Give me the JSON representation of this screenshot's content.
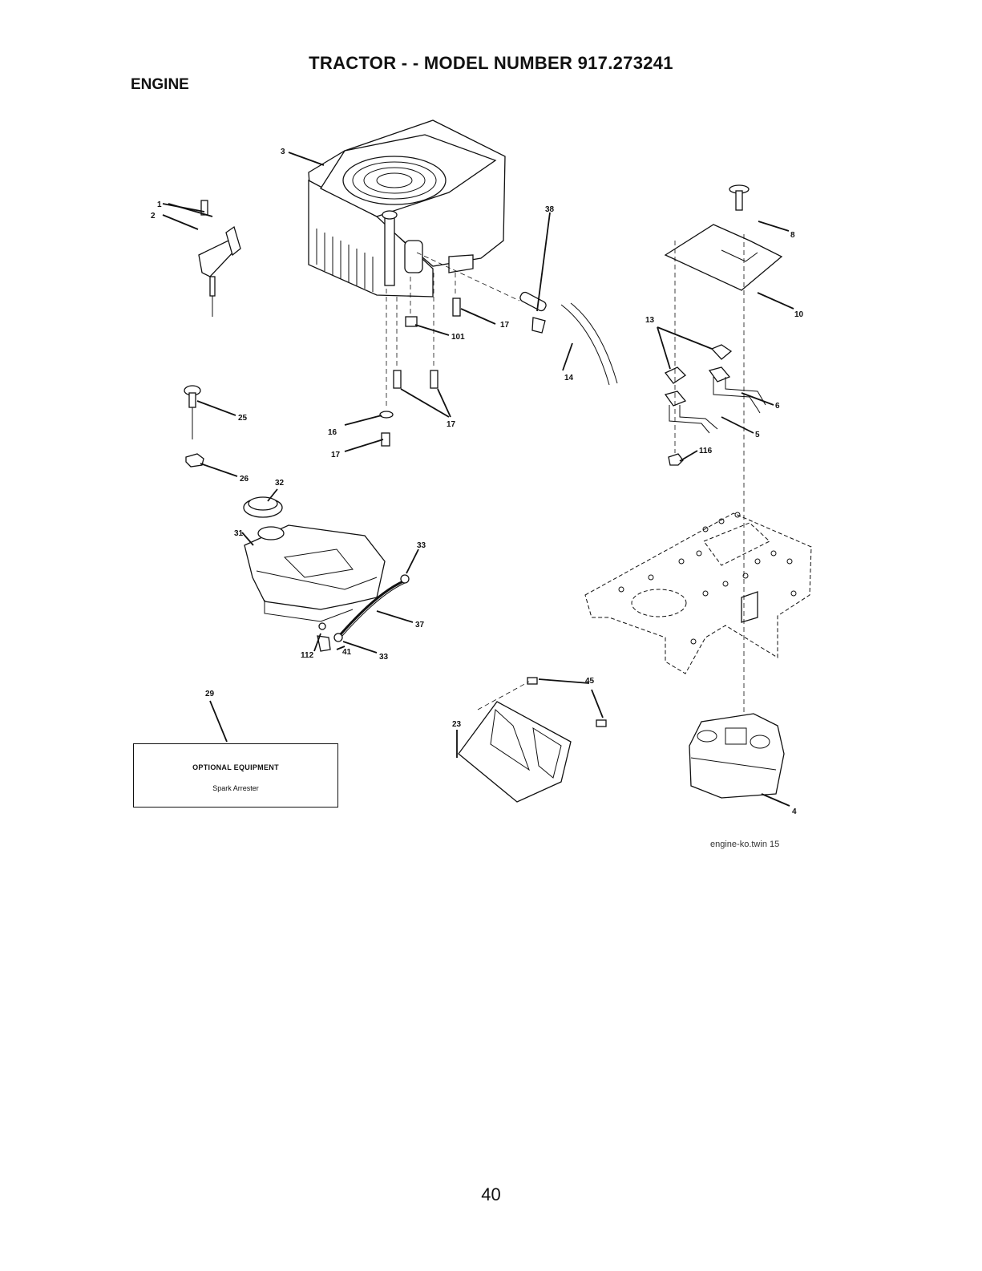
{
  "header": {
    "title": "TRACTOR - - MODEL NUMBER 917.273241",
    "section": "ENGINE"
  },
  "diagram": {
    "callouts": {
      "c1": "1",
      "c2": "2",
      "c3": "3",
      "c4": "4",
      "c5": "5",
      "c6": "6",
      "c8": "8",
      "c10": "10",
      "c13": "13",
      "c14": "14",
      "c16": "16",
      "c17a": "17",
      "c17b": "17",
      "c17c": "17",
      "c23": "23",
      "c25": "25",
      "c26": "26",
      "c29": "29",
      "c31": "31",
      "c32": "32",
      "c33a": "33",
      "c33b": "33",
      "c37": "37",
      "c38": "38",
      "c41": "41",
      "c45": "45",
      "c101": "101",
      "c112": "112",
      "c116": "116"
    }
  },
  "optional_box": {
    "heading": "OPTIONAL EQUIPMENT",
    "item": "Spark Arrester"
  },
  "footer": {
    "file_ref": "engine-ko.twin 15",
    "page_number": "40"
  }
}
